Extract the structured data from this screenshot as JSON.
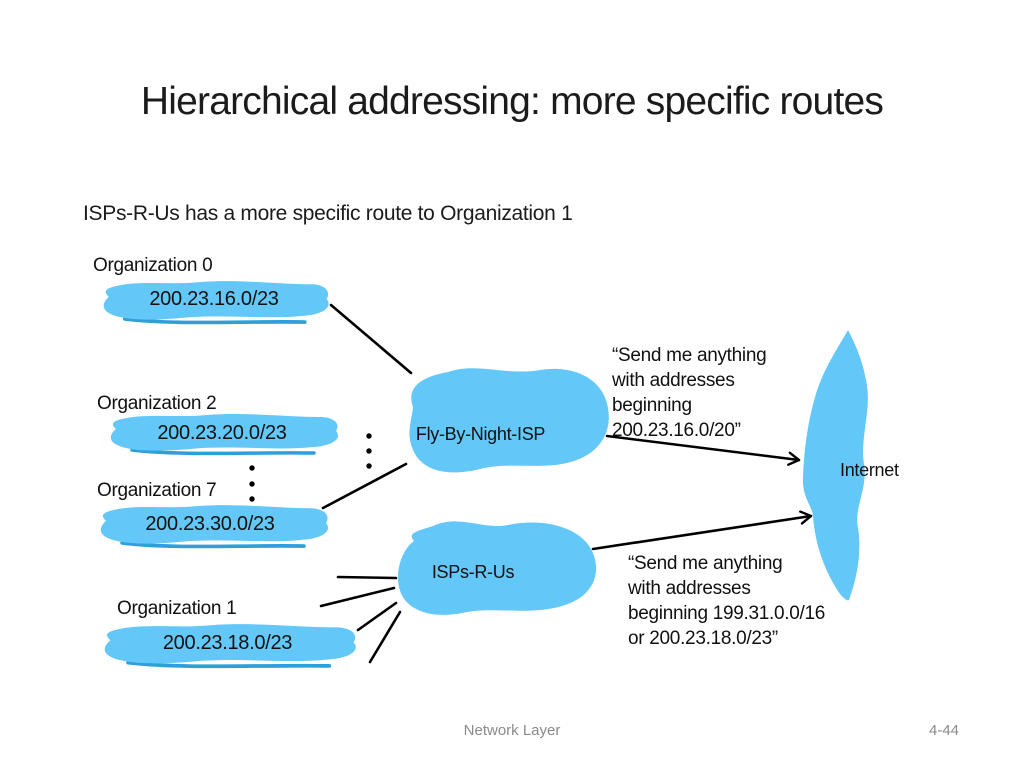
{
  "slide": {
    "title": "Hierarchical addressing: more specific routes",
    "subtitle": "ISPs-R-Us has a more specific route to Organization 1",
    "footer_left": "Network Layer",
    "footer_page": "4-44"
  },
  "organizations": [
    {
      "label": "Organization 0",
      "address": "200.23.16.0/23"
    },
    {
      "label": "Organization 2",
      "address": "200.23.20.0/23"
    },
    {
      "label": "Organization 7",
      "address": "200.23.30.0/23"
    },
    {
      "label": "Organization 1",
      "address": "200.23.18.0/23"
    }
  ],
  "isps": [
    {
      "name": "Fly-By-Night-ISP",
      "announcement_lines": [
        "“Send me anything",
        "with addresses",
        "beginning",
        "200.23.16.0/20”"
      ]
    },
    {
      "name": "ISPs-R-Us",
      "announcement_lines": [
        "“Send me anything",
        "with addresses",
        "beginning 199.31.0.0/16",
        "or 200.23.18.0/23”"
      ]
    }
  ],
  "internet": {
    "label": "Internet"
  },
  "colors": {
    "highlight_blue": "#63C8F8",
    "highlight_edge": "#2F9FD9",
    "ink": "#000000",
    "footer_gray": "#8A8A8A"
  }
}
